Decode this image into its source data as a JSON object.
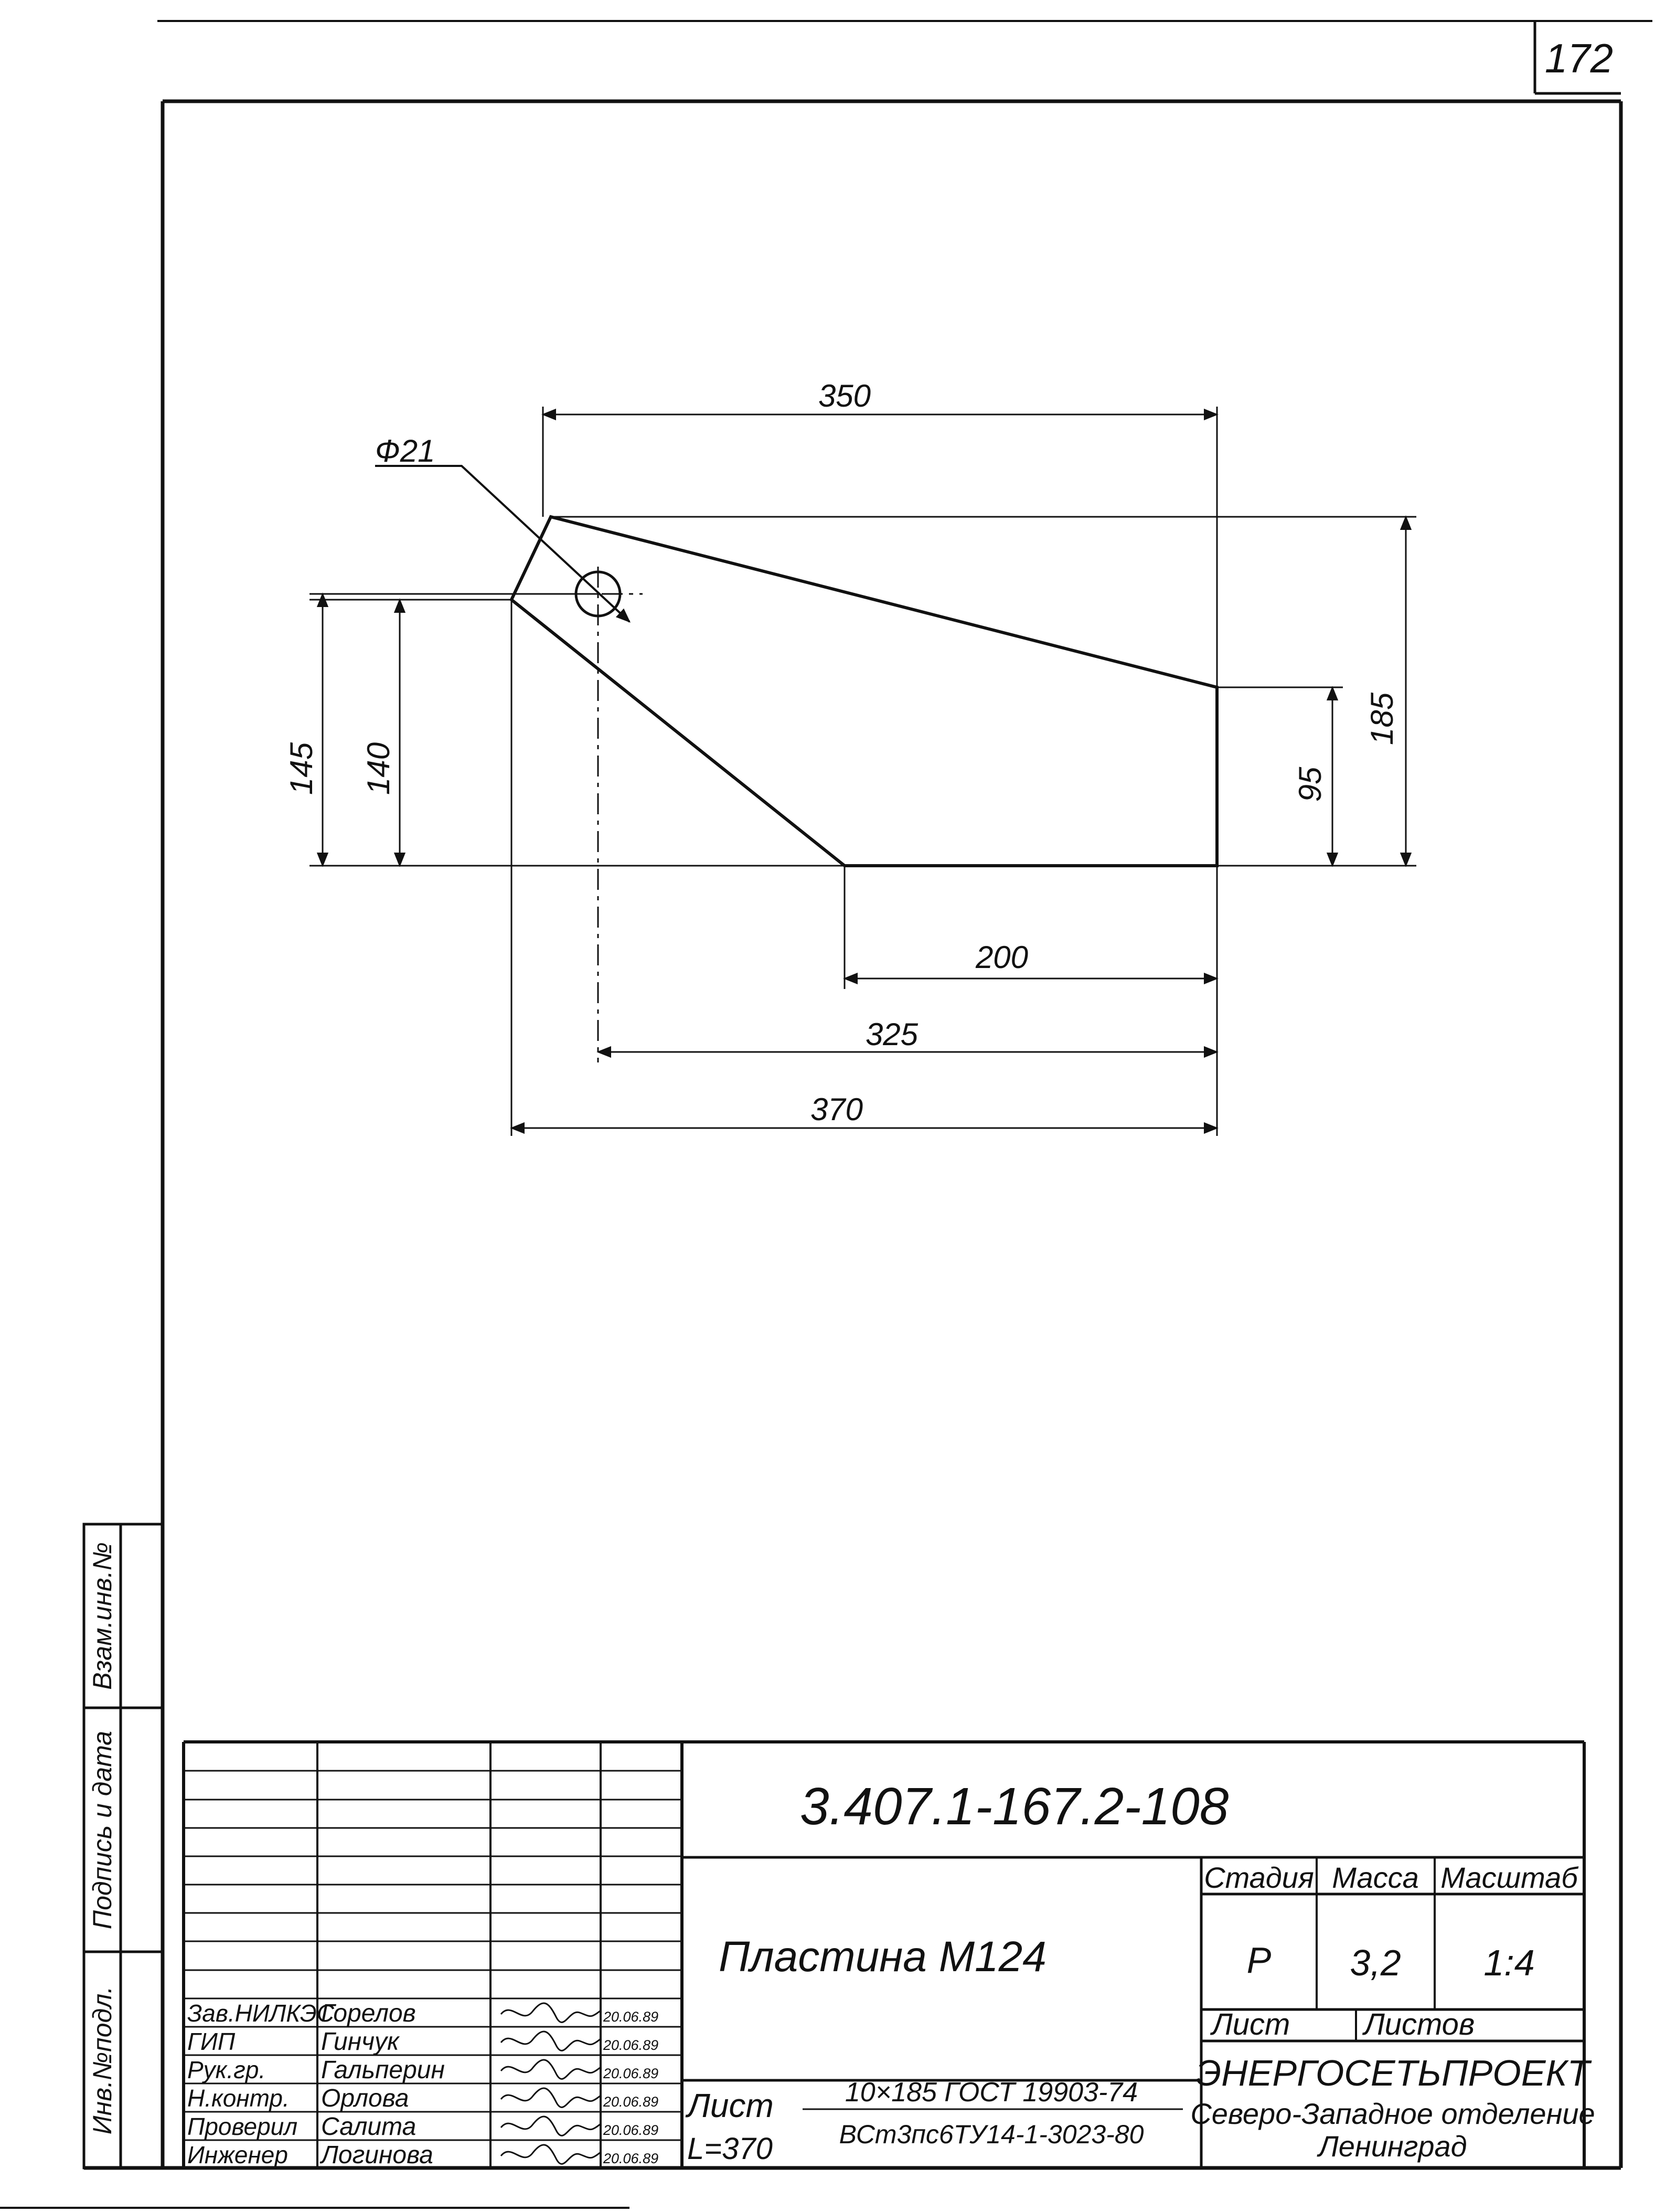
{
  "sheet_number": "172",
  "drawing": {
    "hole_label": "Ф21",
    "dimensions": {
      "d350": "350",
      "d185": "185",
      "d95": "95",
      "d145": "145",
      "d140": "140",
      "d200": "200",
      "d325": "325",
      "d370": "370"
    }
  },
  "side_stamp": {
    "inv_podl": "Инв.№подл.",
    "podpis_data": "Подпись и дата",
    "vzam_inv": "Взам.инв.№"
  },
  "title_block": {
    "designation": "3.407.1-167.2-108",
    "name": "Пластина М124",
    "stage_header": "Стадия",
    "mass_header": "Масса",
    "scale_header": "Масштаб",
    "stage": "Р",
    "mass": "3,2",
    "scale": "1:4",
    "sheet_label": "Лист",
    "sheets_label": "Листов",
    "material_prefix": "Лист",
    "length": "L=370",
    "material_top": "10×185 ГОСТ 19903-74",
    "material_bottom": "ВСт3пс6ТУ14-1-3023-80",
    "org_line1": "ЭНЕРГОСЕТЬПРОЕКТ",
    "org_line2": "Северо-Западное отделение",
    "org_line3": "Ленинград",
    "signers": [
      {
        "role": "Зав.НИЛКЭС",
        "name": "Горелов",
        "date": "20.06.89"
      },
      {
        "role": "ГИП",
        "name": "Гинчук",
        "date": "20.06.89"
      },
      {
        "role": "Рук.гр.",
        "name": "Гальперин",
        "date": "20.06.89"
      },
      {
        "role": "Н.контр.",
        "name": "Орлова",
        "date": "20.06.89"
      },
      {
        "role": "Проверил",
        "name": "Салита",
        "date": "20.06.89"
      },
      {
        "role": "Инженер",
        "name": "Логинова",
        "date": "20.06.89"
      }
    ]
  }
}
